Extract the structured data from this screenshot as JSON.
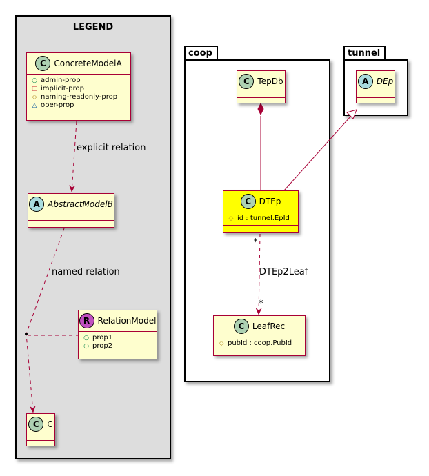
{
  "legend": {
    "title": "LEGEND",
    "concrete_model": {
      "stereotype": "C",
      "name": "ConcreteModelA",
      "attributes": [
        {
          "visibility": "public",
          "symbol": "○",
          "name": "admin-prop"
        },
        {
          "visibility": "private",
          "symbol": "□",
          "name": "implicit-prop"
        },
        {
          "visibility": "protected",
          "symbol": "◇",
          "name": "naming-readonly-prop"
        },
        {
          "visibility": "package",
          "symbol": "△",
          "name": "oper-prop"
        }
      ]
    },
    "abstract_model": {
      "stereotype": "A",
      "name": "AbstractModelB"
    },
    "relation_model": {
      "stereotype": "R",
      "name": "RelationModel",
      "attributes": [
        {
          "visibility": "public",
          "symbol": "○",
          "name": "prop1"
        },
        {
          "visibility": "public",
          "symbol": "○",
          "name": "prop2"
        }
      ]
    },
    "c_model": {
      "stereotype": "C",
      "name": "C"
    },
    "explicit_relation_label": "explicit relation",
    "named_relation_label": "named relation"
  },
  "coop": {
    "package_name": "coop",
    "tepdb": {
      "stereotype": "C",
      "name": "TepDb"
    },
    "dtep": {
      "stereotype": "C",
      "name": "DTEp",
      "attributes": [
        {
          "visibility": "protected",
          "symbol": "◇",
          "name": "id : tunnel.EpId"
        }
      ]
    },
    "leafrec": {
      "stereotype": "C",
      "name": "LeafRec",
      "attributes": [
        {
          "visibility": "protected",
          "symbol": "◇",
          "name": "pubId : coop.PubId"
        }
      ]
    },
    "relation_label": "DTEp2Leaf",
    "mult_source": "*",
    "mult_target": "*"
  },
  "tunnel": {
    "package_name": "tunnel",
    "dep": {
      "stereotype": "A",
      "name": "DEp"
    }
  },
  "colors": {
    "border": "#a80036",
    "class_fill": "#fefece",
    "highlight_fill": "#ffff00",
    "legend_fill": "#dddddd"
  }
}
